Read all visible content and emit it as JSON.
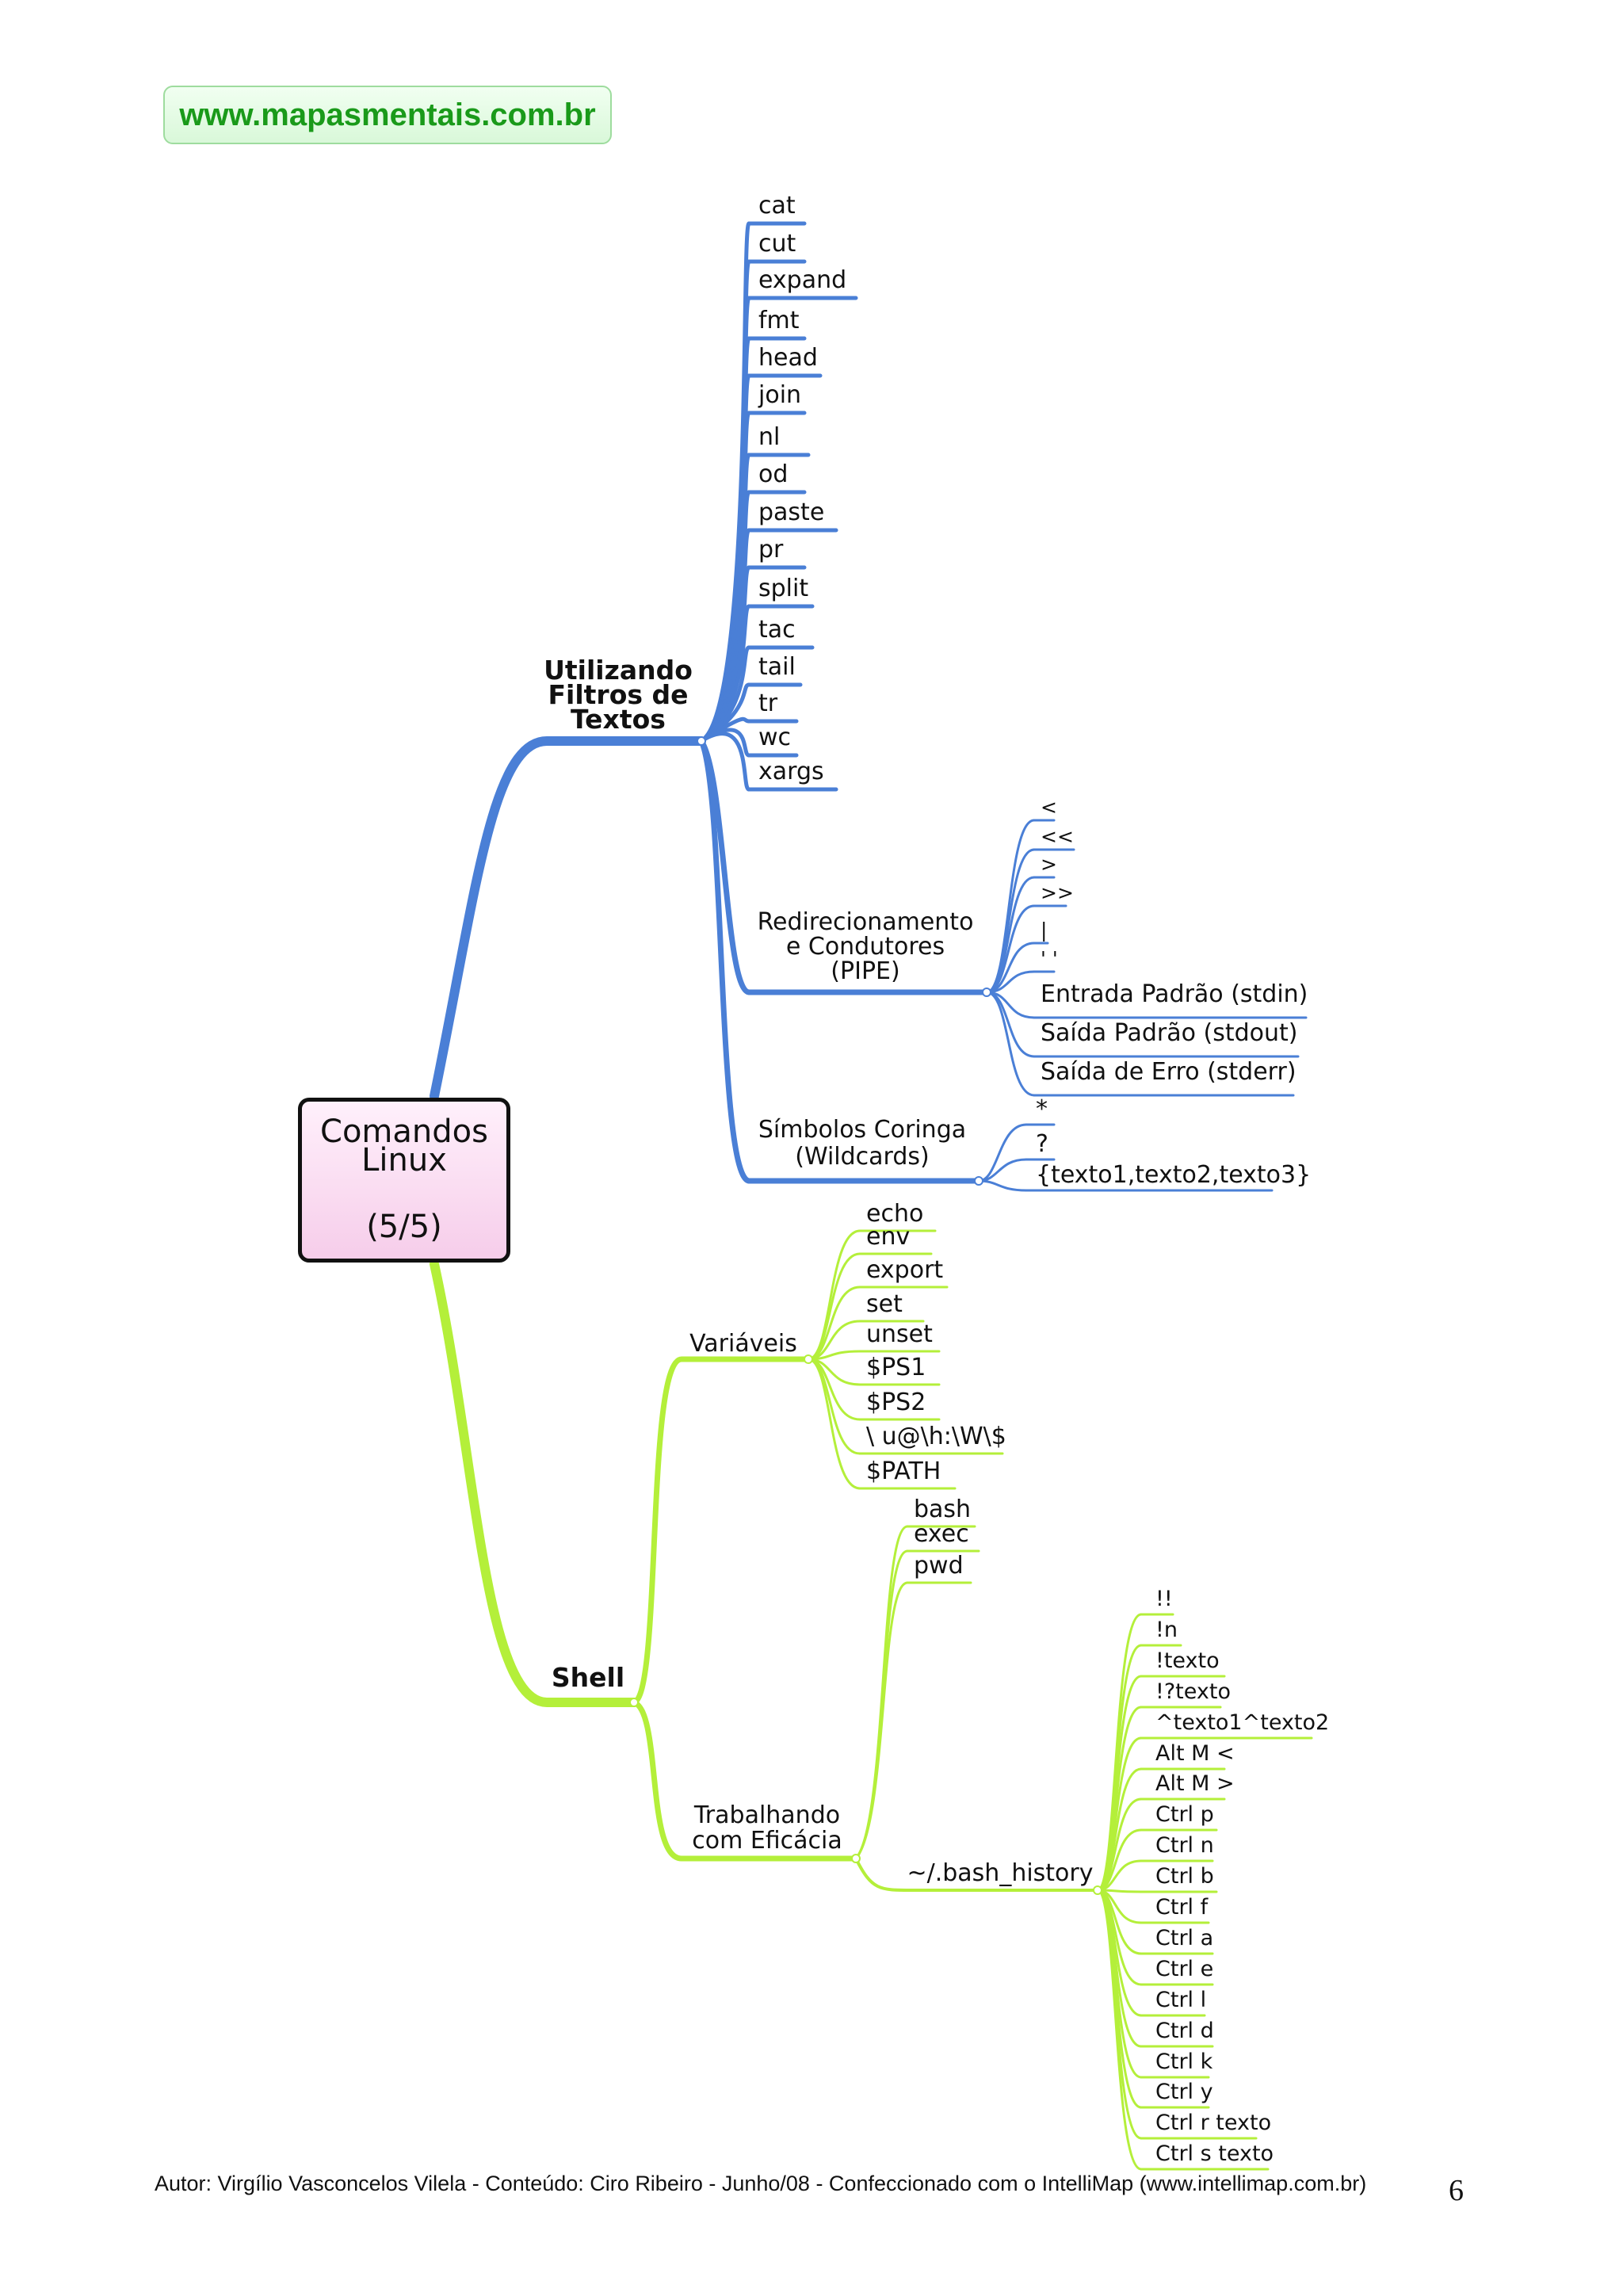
{
  "site": {
    "url": "www.mapasmentais.com.br"
  },
  "root": {
    "title": "Comandos Linux",
    "subtitle": "(5/5)"
  },
  "colors": {
    "blue_branch": "#4a7fd6",
    "green_branch": "#b4ef3a",
    "site_text": "#1a9a1a",
    "root_fill": "#f9d9f0"
  },
  "branches": {
    "filtros": {
      "title_lines": [
        "Utilizando",
        "Filtros de",
        "Textos"
      ],
      "items": [
        "cat",
        "cut",
        "expand",
        "fmt",
        "head",
        "join",
        "nl",
        "od",
        "paste",
        "pr",
        "split",
        "tac",
        "tail",
        "tr",
        "wc",
        "xargs"
      ]
    },
    "redirecionamento": {
      "title_lines": [
        "Redirecionamento",
        "e Condutores",
        "(PIPE)"
      ],
      "items": [
        "<",
        "<<",
        ">",
        ">>",
        "|",
        "' '",
        "Entrada Padrão (stdin)",
        "Saída Padrão (stdout)",
        "Saída de Erro (stderr)"
      ]
    },
    "coringa": {
      "title_lines": [
        "Símbolos Coringa",
        "(Wildcards)"
      ],
      "items": [
        "*",
        "?",
        "{texto1,texto2,texto3}"
      ]
    },
    "shell": {
      "title": "Shell",
      "variaveis": {
        "title": "Variáveis",
        "items": [
          "echo",
          "env",
          "export",
          "set",
          "unset",
          "$PS1",
          "$PS2",
          "\\ u@\\h:\\W\\$",
          "$PATH"
        ]
      },
      "eficacia": {
        "title_lines": [
          "Trabalhando",
          "com Eficácia"
        ],
        "items": [
          "bash",
          "exec",
          "pwd"
        ],
        "history": {
          "title": "~/.bash_history",
          "items": [
            "!!",
            "!n",
            "!texto",
            "!?texto",
            "^texto1^texto2",
            "Alt M <",
            "Alt M >",
            "Ctrl p",
            "Ctrl n",
            "Ctrl b",
            "Ctrl f",
            "Ctrl a",
            "Ctrl e",
            "Ctrl l",
            "Ctrl d",
            "Ctrl k",
            "Ctrl y",
            "Ctrl r texto",
            "Ctrl s texto"
          ]
        }
      }
    }
  },
  "footer": {
    "author": "Autor: Virgílio Vasconcelos Vilela - Conteúdo: Ciro Ribeiro - Junho/08 - Confeccionado com o IntelliMap (www.intellimap.com.br)",
    "page_number": "6"
  }
}
